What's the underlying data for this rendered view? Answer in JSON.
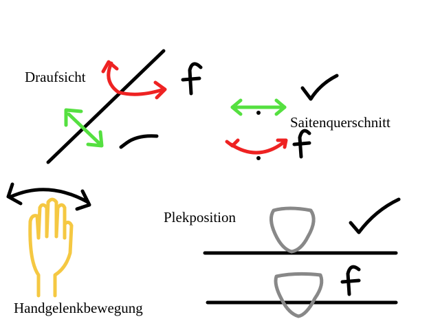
{
  "labels": {
    "top_view": "Draufsicht",
    "string_cross_section": "Saitenquerschnitt",
    "pick_position": "Plekposition",
    "wrist_movement": "Handgelenkbewegung"
  },
  "marks": {
    "wrong_symbol": "f",
    "correct_symbol": "✓"
  },
  "colors": {
    "ink": "#000000",
    "correct": "#55e040",
    "wrong": "#ee2222",
    "hand": "#f5c842",
    "pick": "#888888"
  },
  "icons": [
    "hand-icon",
    "check-icon",
    "wrong-f-icon",
    "double-arrow-icon",
    "rotation-arrow-icon",
    "pick-icon"
  ]
}
